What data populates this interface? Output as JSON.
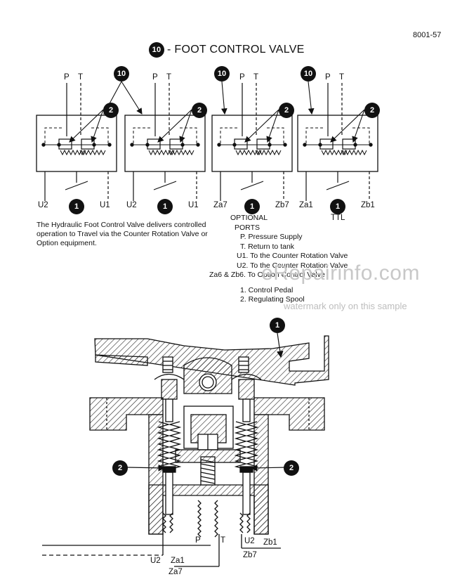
{
  "page_number": "8001-57",
  "title": {
    "badge": "10",
    "text": "- FOOT CONTROL VALVE"
  },
  "schematic": {
    "callout_valve": "10",
    "callout_spool": "2",
    "callout_pedal": "1",
    "port_p": "P",
    "port_t": "T",
    "valves": [
      {
        "left_port": "U2",
        "right_port": "U1"
      },
      {
        "left_port": "U2",
        "right_port": "U1"
      },
      {
        "left_port": "Za7",
        "right_port": "Zb7"
      },
      {
        "left_port": "Za1",
        "right_port": "Zb1",
        "bottom_label": "TTL"
      }
    ]
  },
  "description": "The Hydraulic Foot Control Valve delivers controlled operation to Travel via the Counter Rotation Valve or Option equipment.",
  "legend": {
    "heading_1": "OPTIONAL",
    "heading_2": "PORTS",
    "items": [
      "P. Pressure Supply",
      "T. Return to tank",
      "U1. To the Counter Rotation Valve",
      "U2. To the Counter Rotation Valve",
      "Za6 & Zb6. To Option Control Valve"
    ],
    "parts": [
      "1. Control Pedal",
      "2. Regulating Spool"
    ]
  },
  "watermark": {
    "main": "eRepairinfo.com",
    "sub": "watermark only on this sample"
  },
  "section_view": {
    "callout_pedal": "1",
    "callout_spool_left": "2",
    "callout_spool_right": "2",
    "port_p": "P",
    "port_t": "T",
    "port_u2_right": "U2",
    "port_zb1": "Zb1",
    "port_zb7": "Zb7",
    "port_u2_left": "U2",
    "port_za1": "Za1",
    "port_za7": "Za7"
  }
}
